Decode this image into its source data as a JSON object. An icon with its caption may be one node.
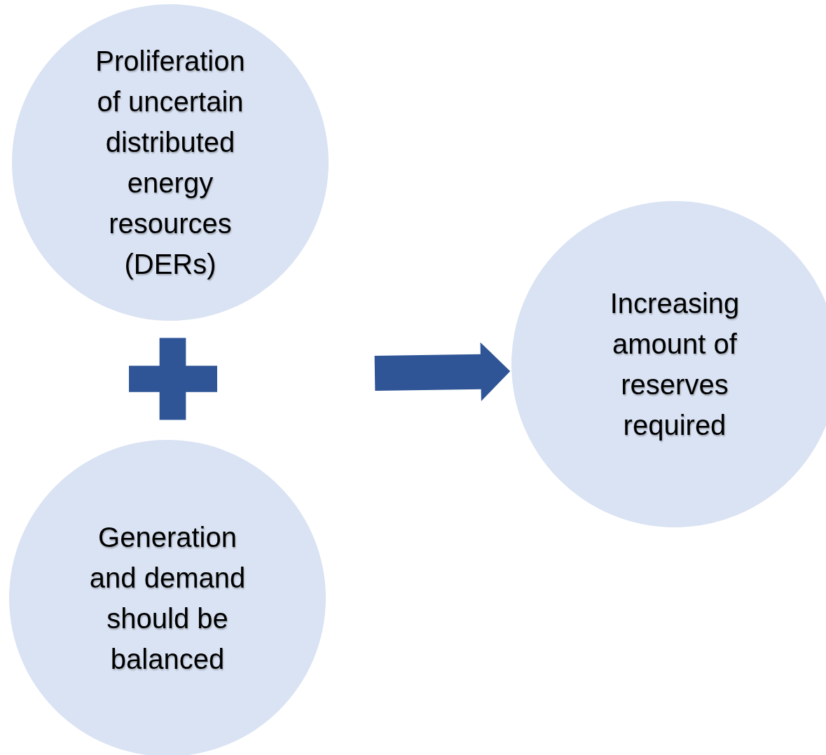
{
  "diagram": {
    "nodes": [
      {
        "text": [
          "Proliferation of uncertain distributed energy resources (DERs)"
        ]
      },
      {
        "text": [],
        "shape": "plus"
      },
      {
        "text": [
          "Generation and demand should be balanced"
        ]
      },
      {
        "text": [
          "Increasing amount of reserves required"
        ]
      }
    ],
    "edges": [
      {
        "from": null,
        "to": 3,
        "arrow": "to"
      }
    ]
  }
}
